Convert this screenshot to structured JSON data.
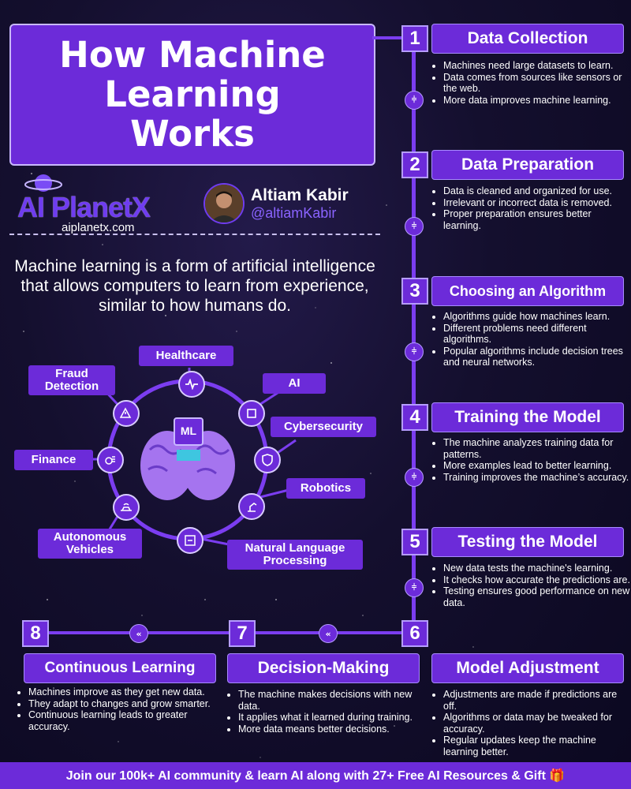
{
  "header": {
    "title": "How Machine\nLearning\nWorks"
  },
  "brand": {
    "name": "AI PlanetX",
    "url": "aiplanetx.com"
  },
  "author": {
    "name": "Altiam Kabir",
    "handle": "@altiamKabir"
  },
  "intro": "Machine learning is a form of artificial intelligence that allows computers to learn from experience, similar to how humans do.",
  "diagram": {
    "center_label": "ML",
    "applications": [
      "Healthcare",
      "AI",
      "Cybersecurity",
      "Robotics",
      "Natural Language Processing",
      "Autonomous Vehicles",
      "Finance",
      "Fraud Detection"
    ],
    "icons": [
      "heartbeat-icon",
      "chip-icon",
      "lock-shield-icon",
      "robot-arm-icon",
      "language-icon",
      "car-wifi-icon",
      "coins-icon",
      "alert-search-icon"
    ]
  },
  "steps": [
    {
      "num": "1",
      "title": "Data Collection",
      "bullets": [
        "Machines need large datasets to learn.",
        "Data comes from sources like sensors or the web.",
        "More data improves machine learning."
      ]
    },
    {
      "num": "2",
      "title": "Data Preparation",
      "bullets": [
        "Data is cleaned and organized for use.",
        "Irrelevant or incorrect data is removed.",
        "Proper preparation ensures better learning."
      ]
    },
    {
      "num": "3",
      "title": "Choosing an Algorithm",
      "bullets": [
        "Algorithms guide how machines learn.",
        "Different problems need different algorithms.",
        "Popular algorithms include decision trees and neural networks."
      ]
    },
    {
      "num": "4",
      "title": "Training the Model",
      "bullets": [
        "The machine analyzes training data for patterns.",
        "More examples lead to better learning.",
        "Training improves the machine’s accuracy."
      ]
    },
    {
      "num": "5",
      "title": "Testing the Model",
      "bullets": [
        "New data tests the machine's learning.",
        "It checks how accurate the predictions are.",
        "Testing ensures good performance on new data."
      ]
    },
    {
      "num": "6",
      "title": "Model Adjustment",
      "bullets": [
        "Adjustments are made if predictions are off.",
        "Algorithms or data may be tweaked for accuracy.",
        "Regular updates keep the machine learning better."
      ]
    },
    {
      "num": "7",
      "title": "Decision-Making",
      "bullets": [
        "The machine makes decisions with new data.",
        "It applies what it learned during training.",
        "More data means better decisions."
      ]
    },
    {
      "num": "8",
      "title": "Continuous Learning",
      "bullets": [
        "Machines improve as they get new data.",
        "They adapt to changes and grow smarter.",
        "Continuous learning leads to greater accuracy."
      ]
    }
  ],
  "footer": {
    "text": "Join our 100k+ AI community & learn AI along with 27+ Free AI Resources & Gift 🎁"
  },
  "colors": {
    "accent": "#6c2bd9",
    "background": "#140f2e"
  }
}
